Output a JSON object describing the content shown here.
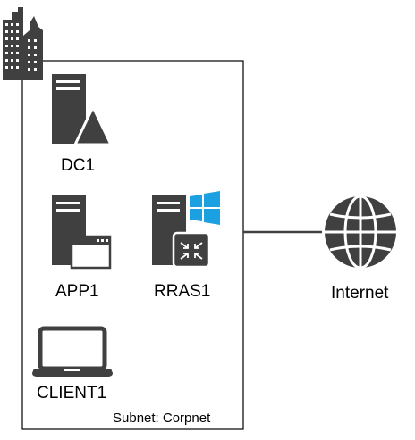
{
  "diagram": {
    "subnet": {
      "label": "Subnet: Corpnet"
    },
    "nodes": [
      {
        "id": "dc1",
        "label": "DC1",
        "icon": "server-domain-controller-icon"
      },
      {
        "id": "app1",
        "label": "APP1",
        "icon": "server-application-icon"
      },
      {
        "id": "rras1",
        "label": "RRAS1",
        "icon": "server-router-windows-icon"
      },
      {
        "id": "client1",
        "label": "CLIENT1",
        "icon": "laptop-icon"
      },
      {
        "id": "internet",
        "label": "Internet",
        "icon": "globe-icon"
      }
    ],
    "site_icon": "building-icon",
    "links": [
      {
        "from": "rras1",
        "to": "internet"
      }
    ],
    "colors": {
      "icon": "#404040",
      "windows_logo": "#1ba1e2",
      "border": "#000000"
    }
  }
}
